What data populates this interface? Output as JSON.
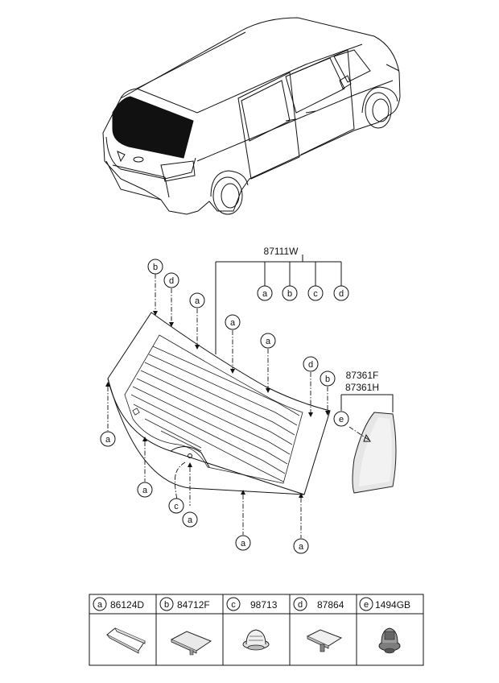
{
  "assembly": {
    "part_no": "87111W",
    "callouts": [
      "a",
      "b",
      "c",
      "d"
    ]
  },
  "side_glass": {
    "part_no_1": "87361F",
    "part_no_2": "87361H",
    "callout": "e"
  },
  "markers": {
    "a": "a",
    "b": "b",
    "c": "c",
    "d": "d",
    "e": "e"
  },
  "legend": [
    {
      "key": "a",
      "part": "86124D",
      "icon": "molding-clip-icon"
    },
    {
      "key": "b",
      "part": "84712F",
      "icon": "pad-icon"
    },
    {
      "key": "c",
      "part": "98713",
      "icon": "grommet-icon"
    },
    {
      "key": "d",
      "part": "87864",
      "icon": "stud-clip-icon"
    },
    {
      "key": "e",
      "part": "1494GB",
      "icon": "push-clip-icon"
    }
  ]
}
